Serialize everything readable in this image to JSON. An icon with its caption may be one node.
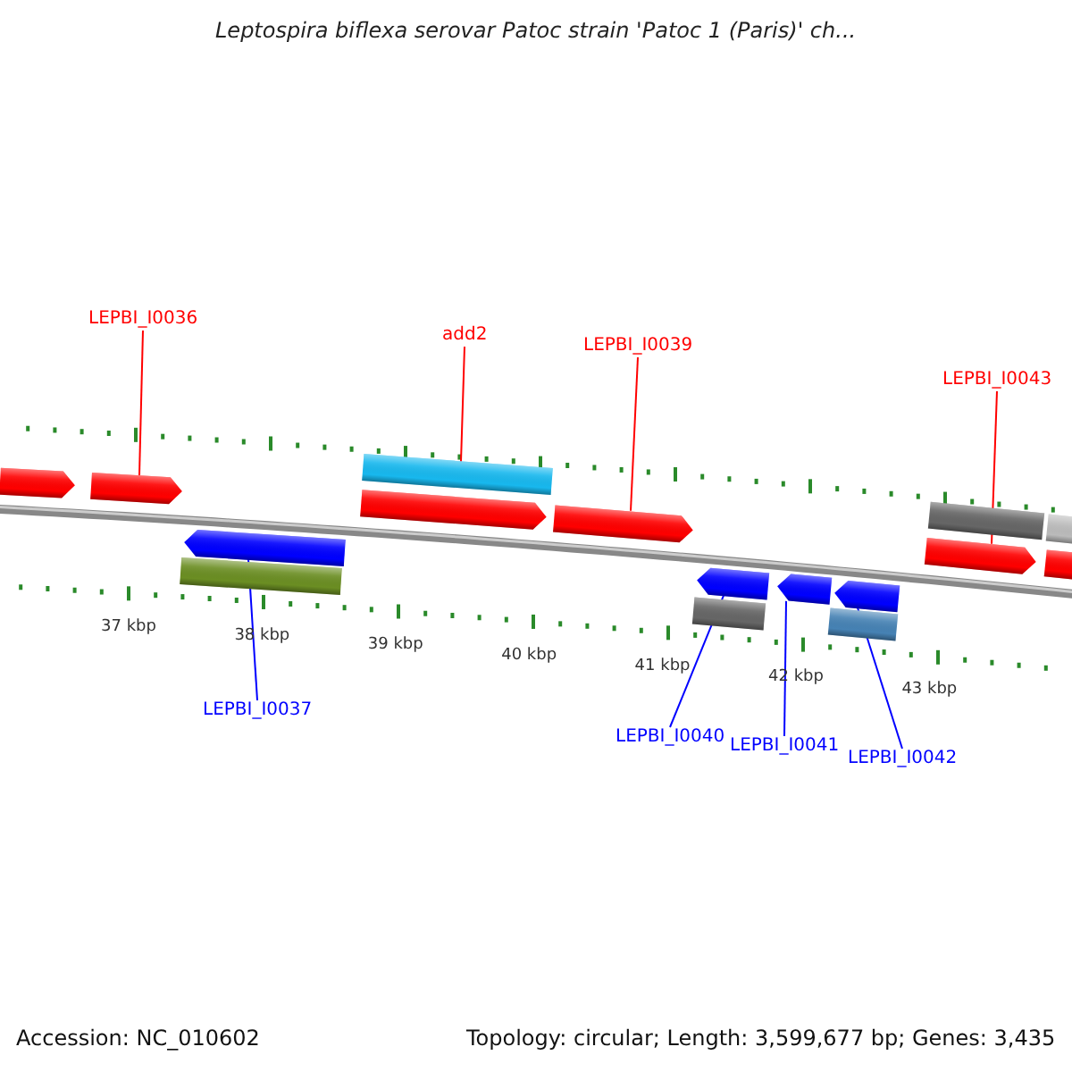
{
  "diagram": {
    "title": "Leptospira biflexa serovar Patoc strain 'Patoc 1 (Paris)' ch...",
    "nodes": [
      {
        "text": [
          "LEPBI_I0036"
        ]
      },
      {
        "text": [],
        "shape": "arrow"
      },
      {
        "text": [
          "add2"
        ]
      },
      {
        "text": [],
        "shape": "bar"
      },
      {
        "text": [
          "LEPBI_I0039"
        ]
      },
      {
        "text": [],
        "shape": "arrow"
      },
      {
        "text": [
          "LEPBI_I0043"
        ]
      },
      {
        "text": [],
        "shape": "arrow"
      },
      {
        "text": [
          "LEPBI_I0037"
        ]
      },
      {
        "text": [],
        "shape": "arrow"
      },
      {
        "text": [
          "LEPBI_I0040"
        ]
      },
      {
        "text": [],
        "shape": "arrow"
      },
      {
        "text": [
          "LEPBI_I0041"
        ]
      },
      {
        "text": [],
        "shape": "arrow"
      },
      {
        "text": [
          "LEPBI_I0042"
        ]
      },
      {
        "text": [],
        "shape": "arrow"
      },
      {
        "text": [],
        "shape": "arrow"
      },
      {
        "text": [],
        "shape": "bar"
      },
      {
        "text": [],
        "shape": "arrow"
      },
      {
        "text": [],
        "shape": "bar"
      },
      {
        "text": [],
        "shape": "bar"
      },
      {
        "text": [],
        "shape": "bar"
      },
      {
        "text": [],
        "shape": "bar"
      },
      {
        "text": [],
        "shape": "arrow"
      }
    ],
    "edges": [
      {
        "from": 0,
        "to": 1,
        "arrow": "none"
      },
      {
        "from": 2,
        "to": 3,
        "arrow": "none"
      },
      {
        "from": 4,
        "to": 5,
        "arrow": "none"
      },
      {
        "from": 6,
        "to": 7,
        "arrow": "none"
      },
      {
        "from": 8,
        "to": 9,
        "arrow": "none",
        "color": "#0000ff"
      },
      {
        "from": 10,
        "to": 11,
        "arrow": "none",
        "color": "#0000ff"
      },
      {
        "from": 12,
        "to": 13,
        "arrow": "none",
        "color": "#0000ff"
      },
      {
        "from": 14,
        "to": 15,
        "arrow": "none",
        "color": "#0000ff"
      }
    ],
    "labels": [
      "37 kbp",
      "38 kbp",
      "39 kbp",
      "40 kbp",
      "41 kbp",
      "42 kbp",
      "43 kbp",
      "Accession: NC_010602",
      "Topology: circular; Length: 3,599,677 bp; Genes: 3,435"
    ]
  }
}
